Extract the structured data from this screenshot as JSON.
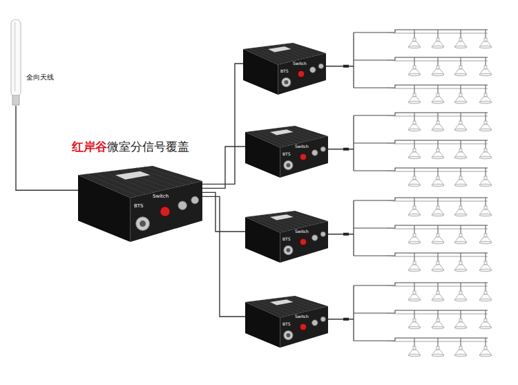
{
  "diagram": {
    "nodes": [
      {
        "text": [
          "全向天线"
        ]
      },
      {
        "text": [
          "BTS",
          "Switch"
        ]
      },
      {
        "text": [
          "BTS",
          "Switch"
        ]
      },
      {
        "text": [
          "BTS",
          "Switch"
        ]
      },
      {
        "text": [
          "BTS",
          "Switch"
        ]
      },
      {
        "text": [
          "BTS",
          "Switch"
        ]
      }
    ],
    "edges": [
      {
        "from": 0,
        "to": 1,
        "arrow": "none"
      },
      {
        "from": 1,
        "to": 2,
        "arrow": "none"
      },
      {
        "from": 1,
        "to": 3,
        "arrow": "none"
      },
      {
        "from": 1,
        "to": 4,
        "arrow": "none"
      },
      {
        "from": 1,
        "to": 5,
        "arrow": "none"
      }
    ],
    "labels": [
      "红岸谷",
      "微室分信号覆盖"
    ]
  }
}
